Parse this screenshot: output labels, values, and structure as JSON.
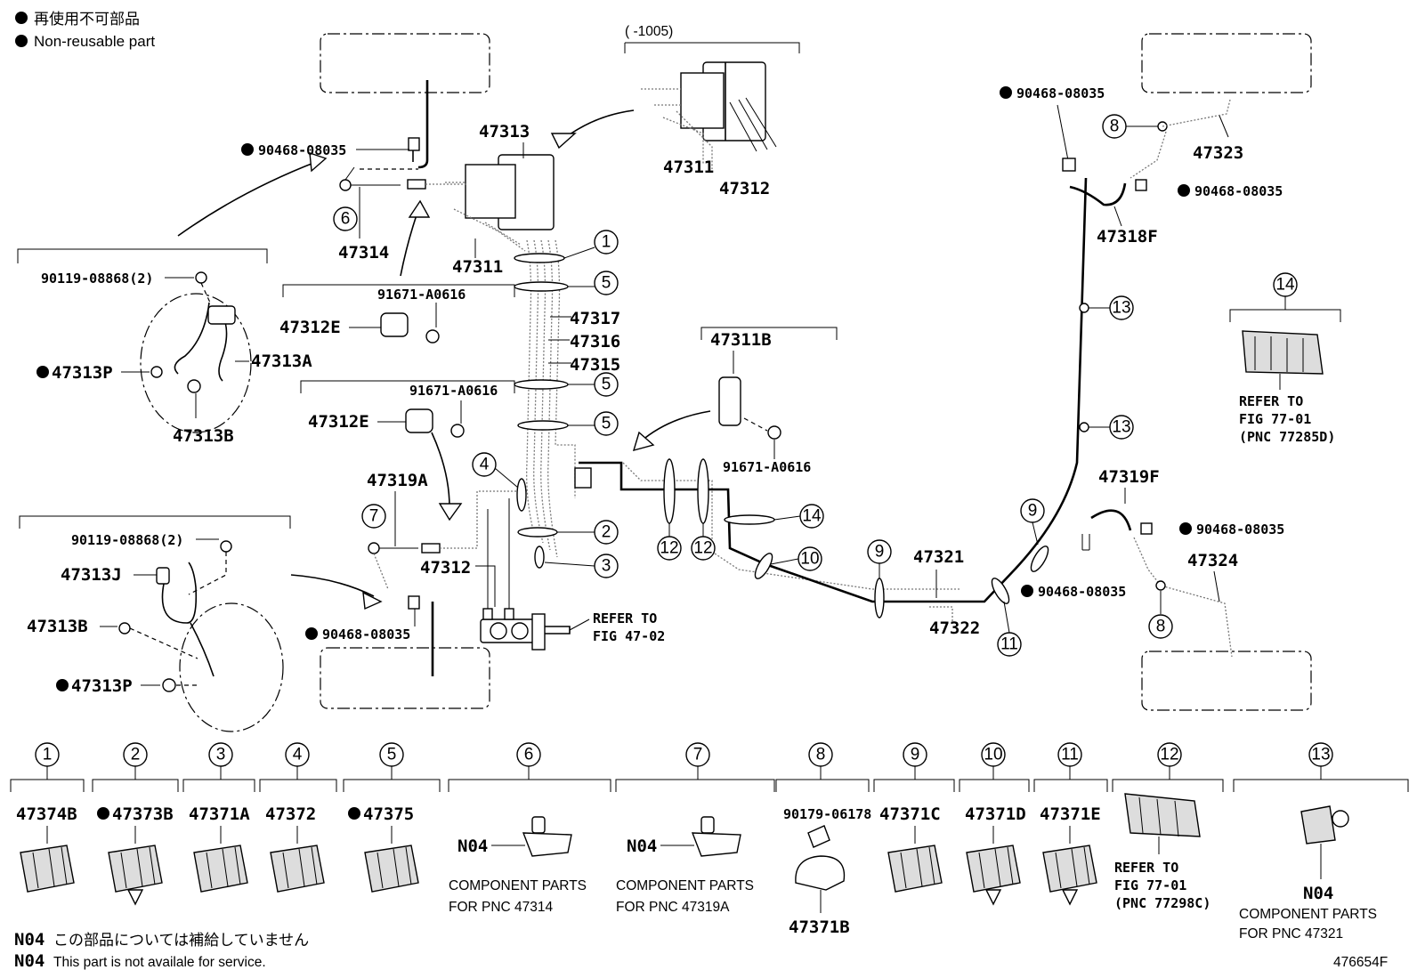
{
  "legend": {
    "jp": "再使用不可部品",
    "en": "Non-reusable part"
  },
  "top_note": "(      -1005)",
  "labels": {
    "p47313": "47313",
    "p47311a": "47311",
    "p47312a": "47312",
    "p47311b": "47311",
    "p47314": "47314",
    "p90468a": "90468-08035",
    "p90119a": "90119-08868(2)",
    "p47313P_a": "47313P",
    "p47313A": "47313A",
    "p47313B_a": "47313B",
    "p47312E_a": "47312E",
    "p91671a": "91671-A0616",
    "p47317": "47317",
    "p47316": "47316",
    "p47315": "47315",
    "p47312E_b": "47312E",
    "p91671b": "91671-A0616",
    "p47319A": "47319A",
    "p90119b": "90119-08868(2)",
    "p47313J": "47313J",
    "p47313B_b": "47313B",
    "p47313P_b": "47313P",
    "p90468b": "90468-08035",
    "p47312b": "47312",
    "refer_4702_a": "REFER TO",
    "refer_4702_b": "FIG 47-02",
    "p47311B": "47311B",
    "p91671c": "91671-A0616",
    "p47321": "47321",
    "p47322": "47322",
    "p90468c": "90468-08035",
    "p47323": "47323",
    "p90468d": "90468-08035",
    "p47318F": "47318F",
    "p90468e": "90468-08035",
    "p47319F": "47319F",
    "p90468f": "90468-08035",
    "p47324": "47324",
    "refer_7701_a": "REFER TO",
    "refer_7701_b": "FIG 77-01",
    "refer_7701_c": "(PNC 77285D)"
  },
  "callouts": [
    "1",
    "2",
    "3",
    "4",
    "5",
    "6",
    "7",
    "8",
    "9",
    "10",
    "11",
    "12",
    "13",
    "14"
  ],
  "bottom_parts": [
    {
      "num": "1",
      "pn": "47374B",
      "np": false
    },
    {
      "num": "2",
      "pn": "47373B",
      "np": true
    },
    {
      "num": "3",
      "pn": "47371A",
      "np": false
    },
    {
      "num": "4",
      "pn": "47372",
      "np": false
    },
    {
      "num": "5",
      "pn": "47375",
      "np": true
    },
    {
      "num": "6",
      "pn": "N04",
      "cap1": "COMPONENT PARTS",
      "cap2": "FOR PNC 47314"
    },
    {
      "num": "7",
      "pn": "N04",
      "cap1": "COMPONENT PARTS",
      "cap2": "FOR PNC 47319A"
    },
    {
      "num": "8",
      "pn": "90179-06178",
      "pn2": "47371B"
    },
    {
      "num": "9",
      "pn": "47371C"
    },
    {
      "num": "10",
      "pn": "47371D"
    },
    {
      "num": "11",
      "pn": "47371E"
    },
    {
      "num": "12",
      "ref1": "REFER TO",
      "ref2": "FIG 77-01",
      "ref3": "(PNC 77298C)"
    },
    {
      "num": "13",
      "pn": "N04",
      "cap1": "COMPONENT PARTS",
      "cap2": "FOR PNC 47321"
    }
  ],
  "footer": {
    "n04": "N04",
    "jp": "この部品については補給していません",
    "en": "This part is not availale for service.",
    "fig_id": "476654F"
  }
}
